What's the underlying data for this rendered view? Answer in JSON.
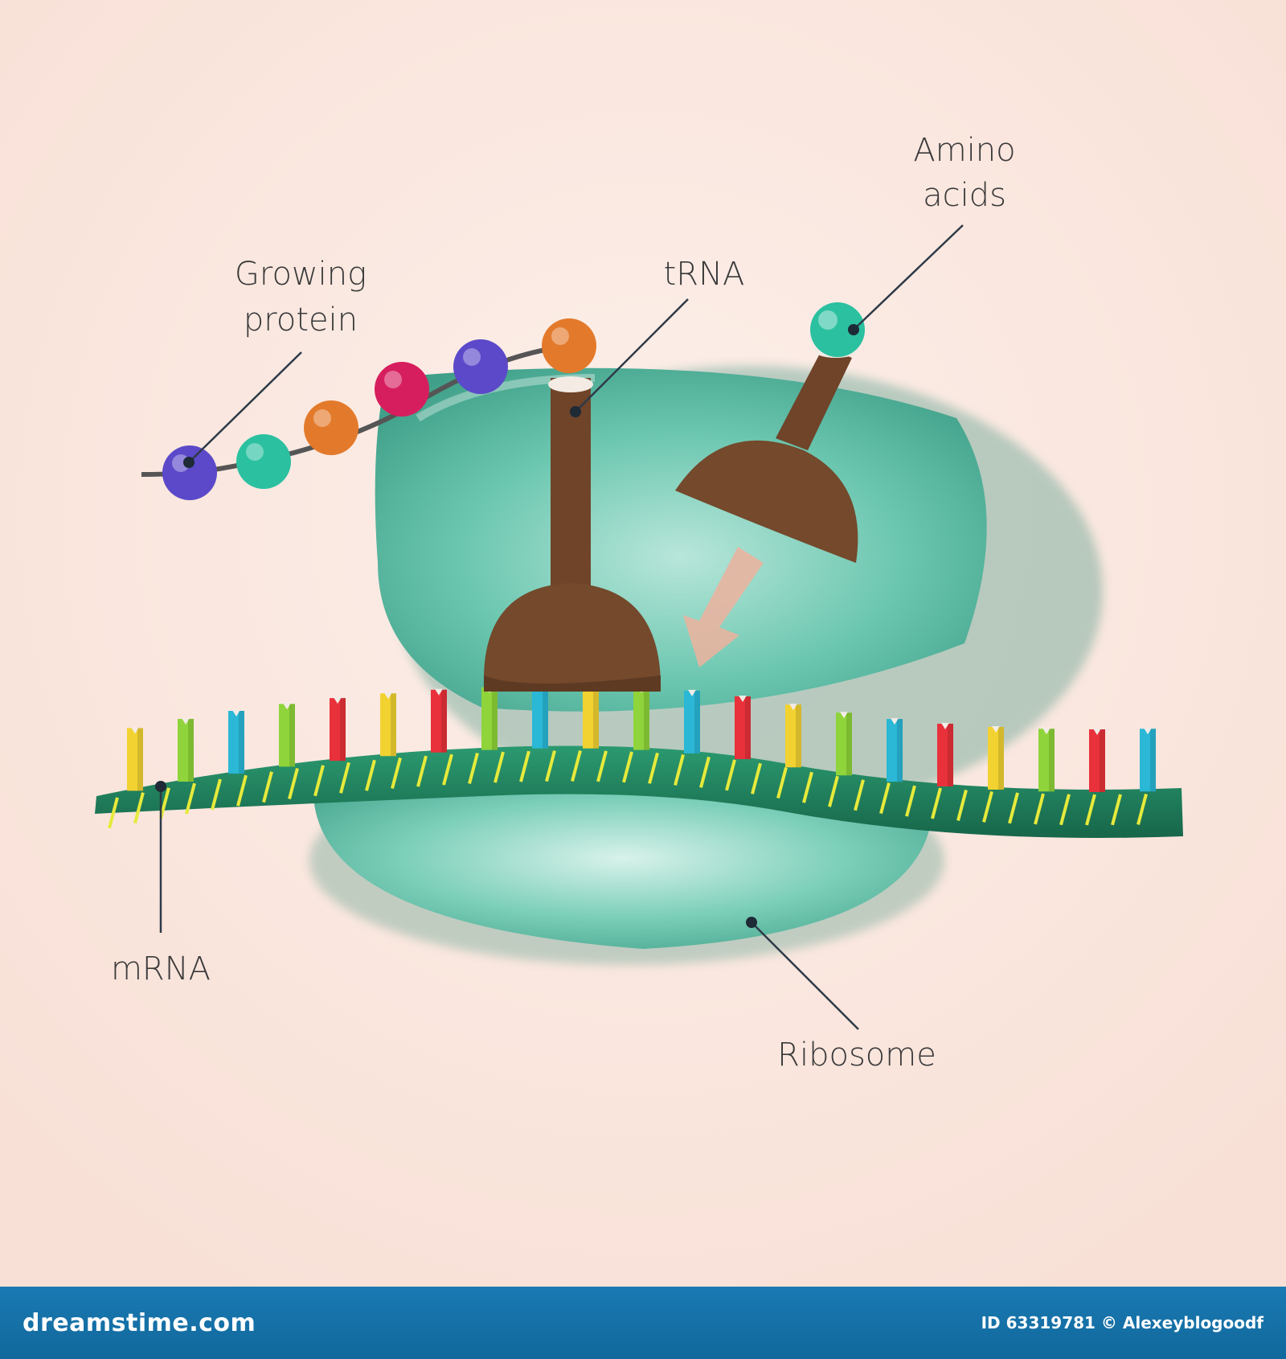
{
  "labels": {
    "growing_protein": [
      "Growing",
      "protein"
    ],
    "trna": "tRNA",
    "amino_acids": [
      "Amino",
      "acids"
    ],
    "mrna": "mRNA",
    "ribosome": "Ribosome"
  },
  "footer": {
    "brand": "dreamstime.com",
    "credit": "ID 63319781 © Alexeyblogoodf"
  },
  "colors": {
    "background": "#f9e6dd",
    "ribosome": "#5fbfa8",
    "trna": "#74492c",
    "mrna_strand": "#1f7d5b",
    "mrna_stripe": "#e6ea3c",
    "chain": "#555555",
    "arrow": "#e8b4a0",
    "footer": "#1a7ab3"
  },
  "protein_beads": [
    "#5b49c9",
    "#2bc0a0",
    "#e37a2b",
    "#d61e5e",
    "#5b49c9",
    "#e37a2b"
  ],
  "amino_acid_bead": "#2bc0a0",
  "mrna_bases": [
    "#f2d231",
    "#8fd43a",
    "#2ab8d6",
    "#8fd43a",
    "#e8313a",
    "#f2d231",
    "#e8313a",
    "#8fd43a",
    "#2ab8d6",
    "#f2d231",
    "#8fd43a",
    "#2ab8d6",
    "#e8313a",
    "#f2d231",
    "#8fd43a",
    "#2ab8d6",
    "#e8313a",
    "#f2d231",
    "#8fd43a",
    "#e8313a",
    "#2ab8d6"
  ]
}
